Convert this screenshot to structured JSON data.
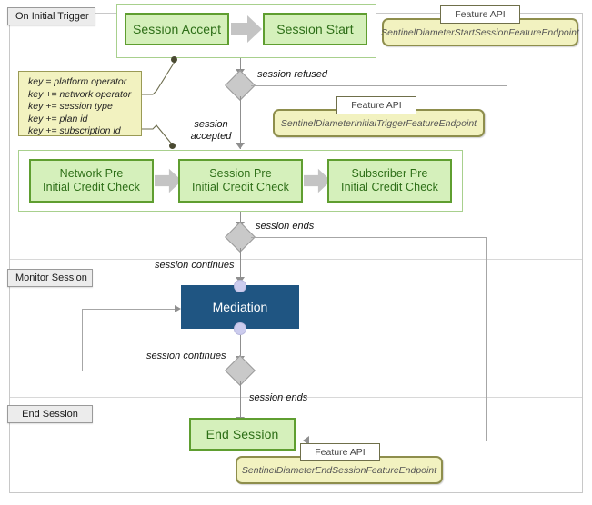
{
  "diagram": {
    "title": "Sentinel Diameter Session Flow",
    "colors": {
      "task_fill": "#d5f0bb",
      "task_border": "#5f9e30",
      "task_text": "#2d6e17",
      "mediation_fill": "#1f5582",
      "mediation_text": "#ffffff",
      "port_fill": "#ccccee",
      "note_fill": "#f2f2c0",
      "note_border": "#9a9a55",
      "api_fill": "#f2f2c0",
      "api_border": "#8e8e4c",
      "lane_label_fill": "#ececec",
      "connector": "#8f8f8f",
      "group_border": "#a8d08d"
    }
  },
  "lanes": [
    {
      "id": "on-initial-trigger",
      "label": "On Initial Trigger"
    },
    {
      "id": "monitor-session",
      "label": "Monitor Session"
    },
    {
      "id": "end-session",
      "label": "End Session"
    }
  ],
  "tasks": {
    "session_accept": "Session Accept",
    "session_start": "Session Start",
    "network_pre_check_l1": "Network Pre",
    "network_pre_check_l2": "Initial Credit Check",
    "session_pre_check_l1": "Session Pre",
    "session_pre_check_l2": "Initial Credit Check",
    "subscriber_pre_check_l1": "Subscriber Pre",
    "subscriber_pre_check_l2": "Initial Credit Check",
    "mediation": "Mediation",
    "end_session": "End Session"
  },
  "note": {
    "lines": [
      "key = platform operator",
      "key += network operator",
      "key += session type",
      "key += plan id",
      "key += subscription id"
    ]
  },
  "feature_apis": [
    {
      "id": "start-session",
      "tab_label": "Feature API",
      "endpoint": "SentinelDiameterStartSessionFeatureEndpoint"
    },
    {
      "id": "initial-trigger",
      "tab_label": "Feature API",
      "endpoint": "SentinelDiameterInitialTriggerFeatureEndpoint"
    },
    {
      "id": "end-session",
      "tab_label": "Feature API",
      "endpoint": "SentinelDiameterEndSessionFeatureEndpoint"
    }
  ],
  "edge_labels": {
    "session_refused": "session refused",
    "session_accepted_l1": "session",
    "session_accepted_l2": "accepted",
    "session_ends_top": "session ends",
    "session_continues_top": "session continues",
    "session_continues_loop": "session continues",
    "session_ends_bottom": "session ends"
  }
}
